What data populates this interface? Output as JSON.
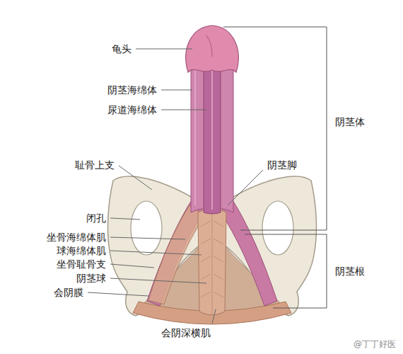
{
  "diagram": {
    "labels": [
      "龟头",
      "阴茎海绵体",
      "尿道海绵体",
      "阴茎体",
      "耻骨上支",
      "阴茎脚",
      "闭孔",
      "坐骨海绵体肌",
      "球海绵体肌",
      "坐骨耻骨支",
      "阴茎球",
      "会阴膜",
      "阴茎根",
      "会阴深横肌",
      "@丁丁好医"
    ]
  }
}
